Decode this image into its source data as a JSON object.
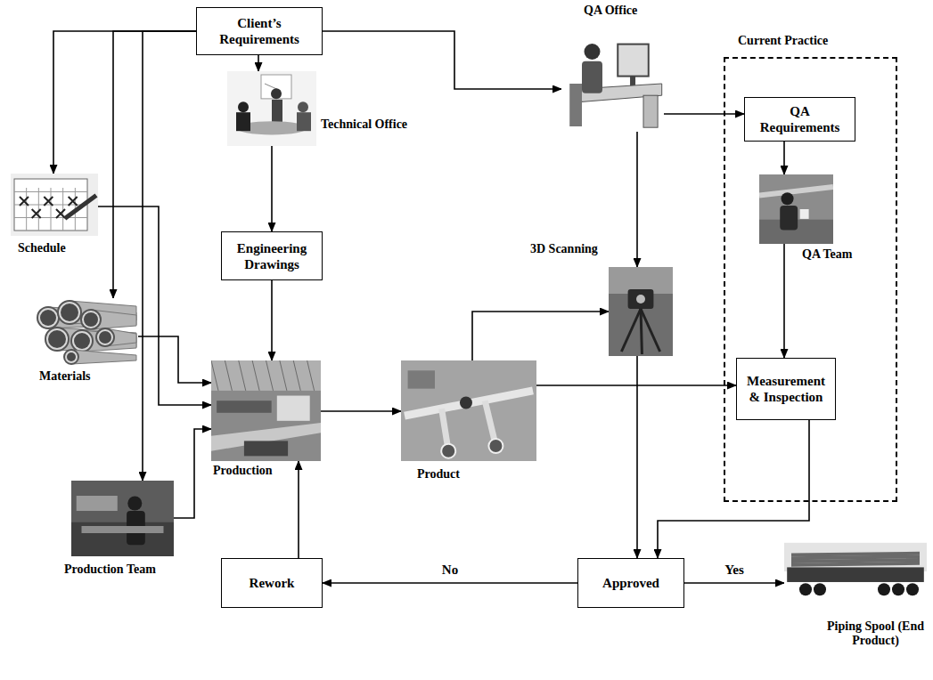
{
  "diagram": {
    "nodes": [
      {
        "text": [
          "Client’s Requirements"
        ]
      },
      {
        "text": [
          "Technical Office"
        ]
      },
      {
        "text": [
          "QA Office"
        ]
      },
      {
        "text": [
          "Current Practice"
        ]
      },
      {
        "text": [
          "QA Requirements"
        ],
        "in": 3
      },
      {
        "text": [
          "QA Team"
        ],
        "in": 3
      },
      {
        "text": [
          "Measurement & Inspection"
        ],
        "in": 3
      },
      {
        "text": [
          "Schedule"
        ]
      },
      {
        "text": [
          "Engineering Drawings"
        ]
      },
      {
        "text": [
          "3D Scanning"
        ]
      },
      {
        "text": [
          "Materials"
        ]
      },
      {
        "text": [
          "Production"
        ]
      },
      {
        "text": [
          "Product"
        ]
      },
      {
        "text": [
          "Production Team"
        ]
      },
      {
        "text": [
          "Rework"
        ]
      },
      {
        "text": [
          "Approved"
        ]
      },
      {
        "text": [
          "Piping Spool (End Product)"
        ]
      }
    ],
    "edges": [
      {
        "from": 0,
        "to": 7,
        "arrow": "to"
      },
      {
        "from": 0,
        "to": 10,
        "arrow": "to"
      },
      {
        "from": 0,
        "to": 13,
        "arrow": "to"
      },
      {
        "from": 0,
        "to": 1,
        "arrow": "to"
      },
      {
        "from": 0,
        "to": 2,
        "arrow": "to"
      },
      {
        "from": 1,
        "to": 8,
        "arrow": "to"
      },
      {
        "from": 8,
        "to": 11,
        "arrow": "to"
      },
      {
        "from": 7,
        "to": 11,
        "arrow": "to"
      },
      {
        "from": 10,
        "to": 11,
        "arrow": "to"
      },
      {
        "from": 13,
        "to": 11,
        "arrow": "to"
      },
      {
        "from": 11,
        "to": 12,
        "arrow": "to"
      },
      {
        "from": 12,
        "to": 9,
        "arrow": "to"
      },
      {
        "from": 12,
        "to": 6,
        "arrow": "to"
      },
      {
        "from": 2,
        "to": 9,
        "arrow": "to"
      },
      {
        "from": 2,
        "to": 4,
        "arrow": "to"
      },
      {
        "from": 4,
        "to": 5,
        "arrow": "to"
      },
      {
        "from": 5,
        "to": 6,
        "arrow": "to"
      },
      {
        "from": 9,
        "to": 15,
        "arrow": "to"
      },
      {
        "from": 6,
        "to": 15,
        "arrow": "to"
      },
      {
        "from": 15,
        "to": 14,
        "label": "No",
        "arrow": "to"
      },
      {
        "from": 15,
        "to": 16,
        "label": "Yes",
        "arrow": "to"
      },
      {
        "from": 14,
        "to": 11,
        "arrow": "to"
      }
    ]
  }
}
